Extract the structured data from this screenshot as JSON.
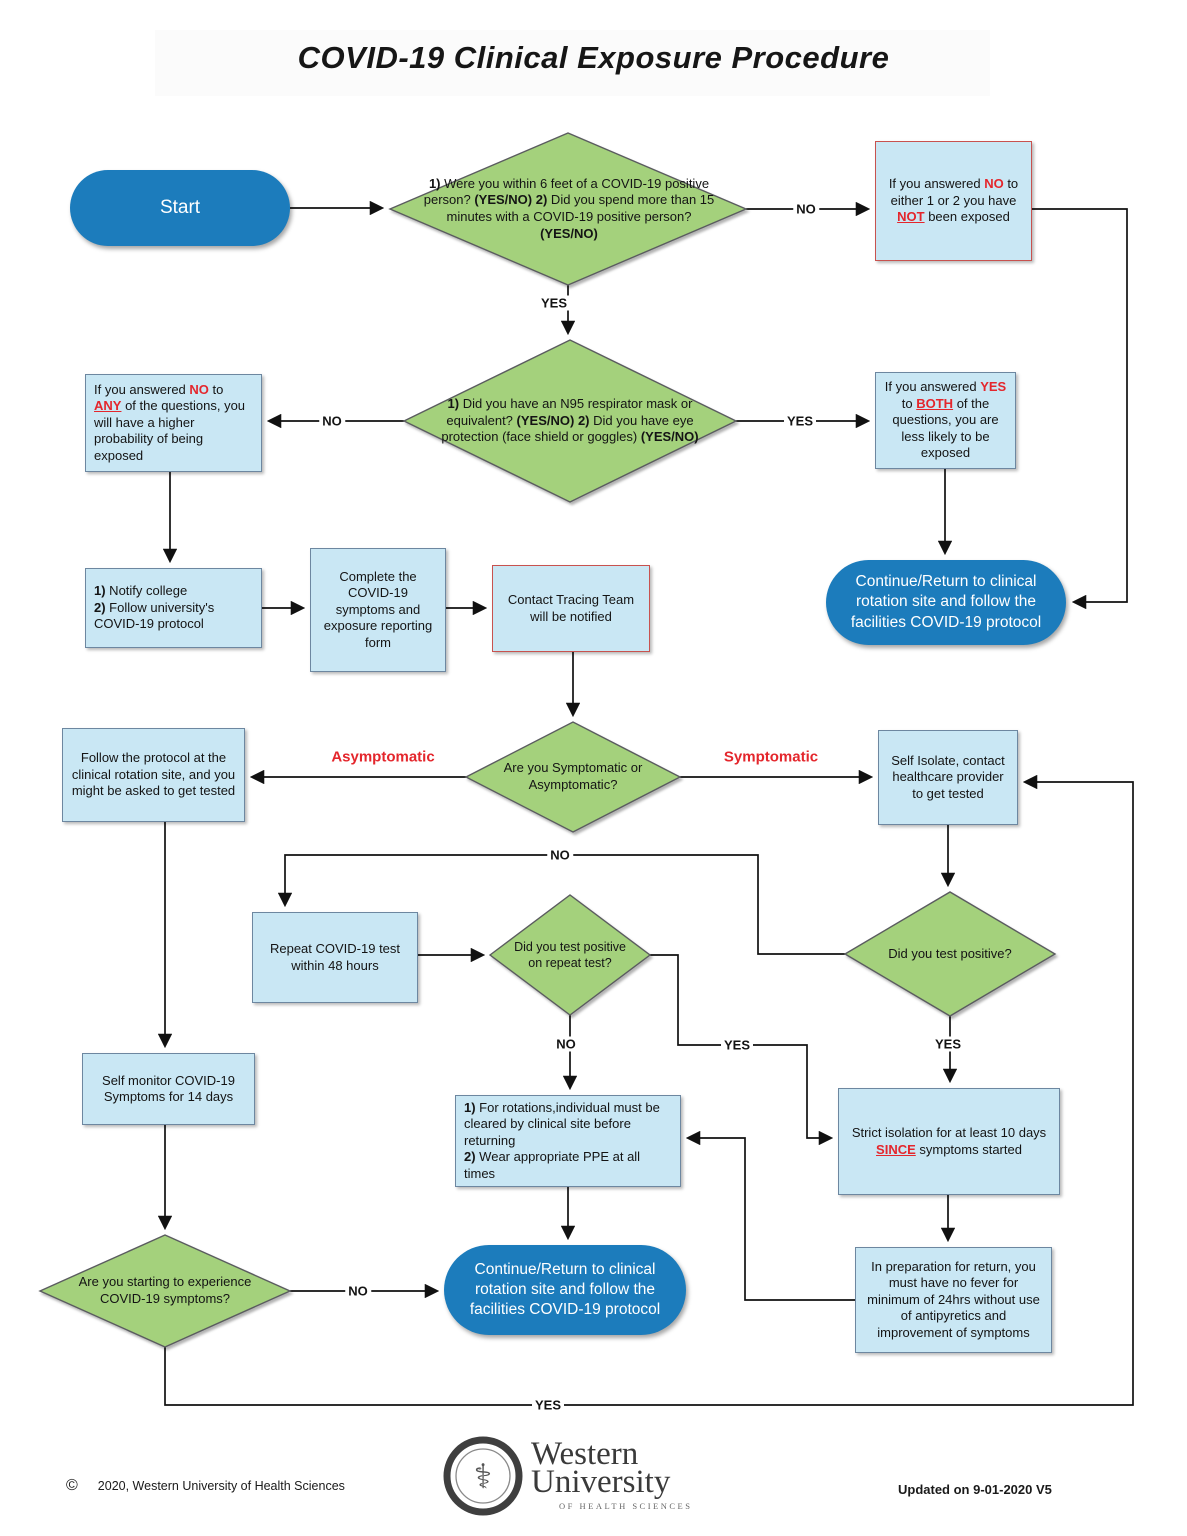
{
  "title": "COVID-19 Clinical Exposure Procedure",
  "colors": {
    "decision_green": "#a4d17c",
    "process_blue_fill": "#c9e7f4",
    "terminal_blue": "#1c7cbc",
    "emphasis_red": "#e4262c",
    "line_black": "#111111",
    "red_border": "#c8524f"
  },
  "nodes": {
    "start": {
      "label": "Start"
    },
    "q_exposure": {
      "segments": [
        {
          "t": "1)",
          "c": "b"
        },
        {
          "t": " Were you within 6 feet of a COVID-19 positive person? "
        },
        {
          "t": "(YES/NO)",
          "c": "b"
        },
        {
          "t": "  "
        },
        {
          "t": "2)",
          "c": "b"
        },
        {
          "t": " Did you spend more than 15 minutes with a COVID-19 positive person? "
        },
        {
          "t": "(YES/NO)",
          "c": "b"
        }
      ]
    },
    "not_exposed": {
      "segments": [
        {
          "t": "If you answered "
        },
        {
          "t": "NO",
          "c": "rb"
        },
        {
          "t": " to either 1 or 2 you have "
        },
        {
          "t": "NOT",
          "c": "rbu"
        },
        {
          "t": " been exposed"
        }
      ]
    },
    "q_ppe": {
      "segments": [
        {
          "t": "1)",
          "c": "b"
        },
        {
          "t": " Did you have an N95 respirator mask or equivalent? "
        },
        {
          "t": "(YES/NO)",
          "c": "b"
        },
        {
          "t": " "
        },
        {
          "t": "2)",
          "c": "b"
        },
        {
          "t": " Did you have eye protection (face shield or goggles) "
        },
        {
          "t": "(YES/NO)",
          "c": "b"
        }
      ]
    },
    "higher_probability": {
      "segments": [
        {
          "t": "If you answered "
        },
        {
          "t": "NO",
          "c": "rb"
        },
        {
          "t": " to "
        },
        {
          "t": "ANY",
          "c": "rbu"
        },
        {
          "t": " of the questions, you will have a higher probability of being exposed"
        }
      ]
    },
    "less_likely": {
      "segments": [
        {
          "t": "If you answered "
        },
        {
          "t": "YES",
          "c": "rb"
        },
        {
          "t": " to "
        },
        {
          "t": "BOTH",
          "c": "rbu"
        },
        {
          "t": " of the questions, you are less likely to be exposed"
        }
      ]
    },
    "notify_college": {
      "segments": [
        {
          "t": "1)",
          "c": "b"
        },
        {
          "t": " Notify college\n"
        },
        {
          "t": "2)",
          "c": "b"
        },
        {
          "t": " Follow university's COVID-19 protocol"
        }
      ]
    },
    "complete_form": {
      "text": "Complete the COVID-19 symptoms and exposure reporting form"
    },
    "contact_tracing": {
      "text": "Contact Tracing Team will be notified"
    },
    "continue_return_top": {
      "text": "Continue/Return to clinical rotation site and follow the facilities COVID-19 protocol"
    },
    "q_symptomatic": {
      "text": "Are you Symptomatic or Asymptomatic?"
    },
    "follow_protocol": {
      "text": "Follow the protocol at the clinical rotation site, and you might be asked to get tested"
    },
    "self_isolate": {
      "text": "Self Isolate, contact healthcare provider to get tested"
    },
    "repeat_test": {
      "text": "Repeat COVID-19 test within 48 hours"
    },
    "q_positive_repeat": {
      "text": "Did you test positive on repeat test?"
    },
    "q_positive": {
      "text": "Did you test positive?"
    },
    "self_monitor": {
      "text": "Self monitor COVID-19 Symptoms for 14 days"
    },
    "for_rotations": {
      "segments": [
        {
          "t": "1)",
          "c": "b"
        },
        {
          "t": " For rotations,individual must be cleared by clinical site before returning\n"
        },
        {
          "t": "2)",
          "c": "b"
        },
        {
          "t": " Wear appropriate PPE at all times"
        }
      ]
    },
    "strict_isolation": {
      "segments": [
        {
          "t": "Strict isolation for at least 10 days\n"
        },
        {
          "t": "SINCE",
          "c": "rbu"
        },
        {
          "t": " symptoms started"
        }
      ]
    },
    "in_preparation": {
      "text": "In preparation for return, you must have no fever for minimum of 24hrs without use of antipyretics and improvement of symptoms"
    },
    "are_you_starting": {
      "text": "Are you starting to experience COVID-19 symptoms?"
    },
    "continue_return_bottom": {
      "text": "Continue/Return to clinical rotation site and follow the facilities COVID-19 protocol"
    }
  },
  "edge_labels": {
    "no1": "NO",
    "yes1": "YES",
    "no2": "NO",
    "yes2": "YES",
    "asymptomatic": "Asymptomatic",
    "symptomatic": "Symptomatic",
    "no3": "NO",
    "yes3": "YES",
    "no4": "NO",
    "yes4": "YES",
    "no5": "NO",
    "yes5": "YES"
  },
  "footer": {
    "copyright_symbol": "©",
    "copyright": "2020, Western University of Health Sciences",
    "updated": "Updated on 9-01-2020 V5",
    "logo_line1": "Western",
    "logo_line2": "University",
    "logo_line3": "OF HEALTH SCIENCES"
  }
}
